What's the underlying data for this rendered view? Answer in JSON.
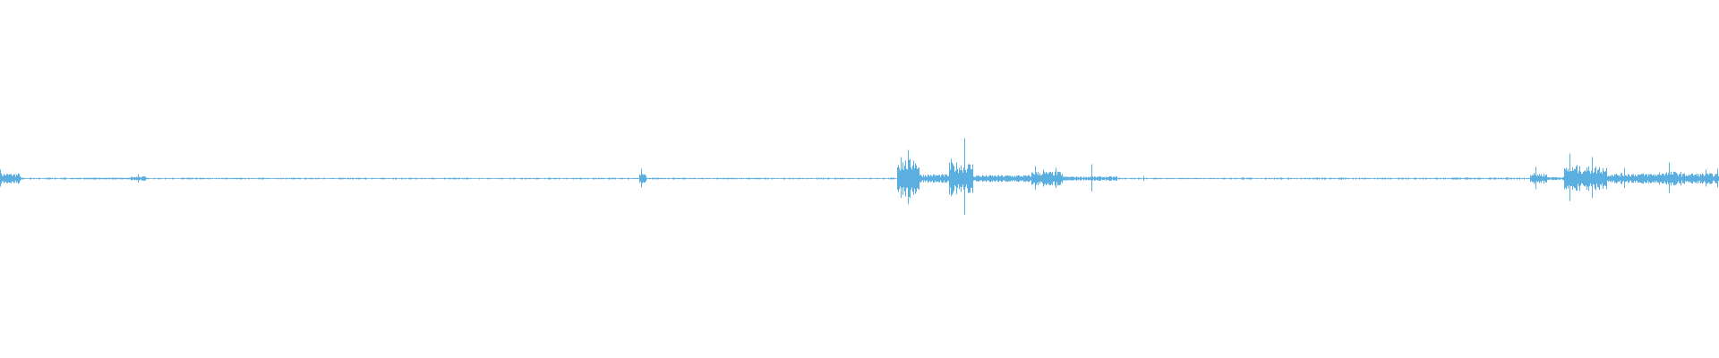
{
  "waveform": {
    "color": "#5aaee0",
    "background": "#ffffff",
    "segments": [
      {
        "start": 0.0,
        "end": 0.012,
        "amp": 0.06
      },
      {
        "start": 0.012,
        "end": 0.05,
        "amp": 0.012,
        "dotted": true
      },
      {
        "start": 0.05,
        "end": 0.076,
        "amp": 0.01
      },
      {
        "start": 0.076,
        "end": 0.085,
        "amp": 0.025
      },
      {
        "start": 0.085,
        "end": 0.372,
        "amp": 0.01,
        "dotted": true
      },
      {
        "start": 0.372,
        "end": 0.376,
        "amp": 0.055
      },
      {
        "start": 0.376,
        "end": 0.522,
        "amp": 0.01,
        "dotted": true
      },
      {
        "start": 0.522,
        "end": 0.535,
        "amp": 0.22
      },
      {
        "start": 0.535,
        "end": 0.552,
        "amp": 0.05
      },
      {
        "start": 0.552,
        "end": 0.566,
        "amp": 0.18
      },
      {
        "start": 0.566,
        "end": 0.6,
        "amp": 0.04
      },
      {
        "start": 0.6,
        "end": 0.618,
        "amp": 0.08
      },
      {
        "start": 0.618,
        "end": 0.65,
        "amp": 0.025
      },
      {
        "start": 0.65,
        "end": 0.68,
        "amp": 0.01,
        "dotted": true
      },
      {
        "start": 0.68,
        "end": 0.712,
        "amp": 0.004,
        "dotted": true
      },
      {
        "start": 0.712,
        "end": 0.89,
        "amp": 0.012,
        "dotted": true
      },
      {
        "start": 0.89,
        "end": 0.9,
        "amp": 0.06
      },
      {
        "start": 0.9,
        "end": 0.91,
        "amp": 0.02
      },
      {
        "start": 0.91,
        "end": 0.935,
        "amp": 0.14
      },
      {
        "start": 0.935,
        "end": 0.965,
        "amp": 0.06
      },
      {
        "start": 0.965,
        "end": 0.978,
        "amp": 0.08
      },
      {
        "start": 0.978,
        "end": 1.0,
        "amp": 0.06
      }
    ],
    "spikes": [
      {
        "pos": 0.0,
        "amp": 0.1
      },
      {
        "pos": 0.08,
        "amp": 0.05
      },
      {
        "pos": 0.373,
        "amp": 0.11
      },
      {
        "pos": 0.524,
        "amp": 0.24
      },
      {
        "pos": 0.528,
        "amp": 0.32
      },
      {
        "pos": 0.531,
        "amp": 0.2
      },
      {
        "pos": 0.553,
        "amp": 0.22
      },
      {
        "pos": 0.556,
        "amp": 0.18
      },
      {
        "pos": 0.561,
        "amp": 0.45
      },
      {
        "pos": 0.602,
        "amp": 0.14
      },
      {
        "pos": 0.607,
        "amp": 0.1
      },
      {
        "pos": 0.614,
        "amp": 0.12
      },
      {
        "pos": 0.635,
        "amp": 0.16
      },
      {
        "pos": 0.665,
        "amp": 0.03
      },
      {
        "pos": 0.893,
        "amp": 0.13
      },
      {
        "pos": 0.913,
        "amp": 0.28
      },
      {
        "pos": 0.917,
        "amp": 0.15
      },
      {
        "pos": 0.926,
        "amp": 0.24
      },
      {
        "pos": 0.945,
        "amp": 0.12
      },
      {
        "pos": 0.971,
        "amp": 0.18
      },
      {
        "pos": 0.992,
        "amp": 0.1
      },
      {
        "pos": 0.999,
        "amp": 0.11
      }
    ]
  }
}
